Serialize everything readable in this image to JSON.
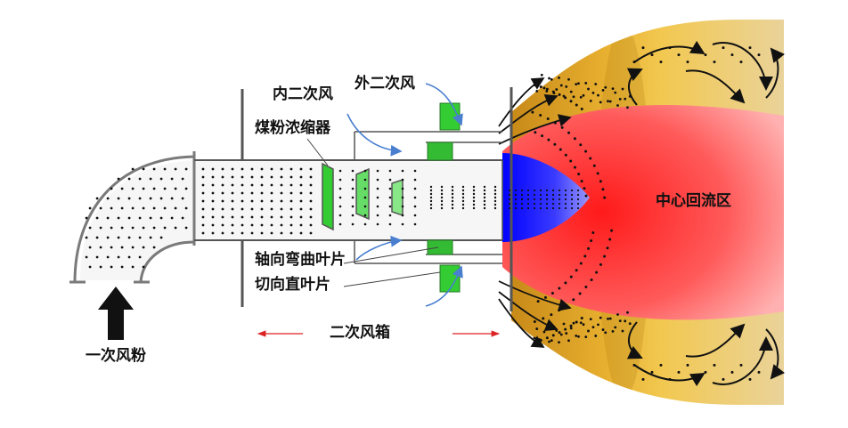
{
  "labels": {
    "inner_secondary_air": "内二次风",
    "outer_secondary_air": "外二次风",
    "coal_concentrator": "煤粉浓缩器",
    "central_recirculation_zone": "中心回流区",
    "axial_curved_vanes": "轴向弯曲叶片",
    "tangential_straight_vanes": "切向直叶片",
    "secondary_air_box": "二次风箱",
    "primary_air_coal": "一次风粉"
  },
  "colors": {
    "flame_outer": "#f0c040",
    "flame_edge": "#c88a18",
    "recirculation_red": "#ff3030",
    "recirculation_pink": "#ff9a9a",
    "core_blue": "#1010ff",
    "vane_green": "#33cc33",
    "pipe_outline": "#555555",
    "duct_fill": "#f6f6f6",
    "leader_blue": "#4a7fd0",
    "dimension_arrow": "#dd2222",
    "text": "#111111"
  }
}
